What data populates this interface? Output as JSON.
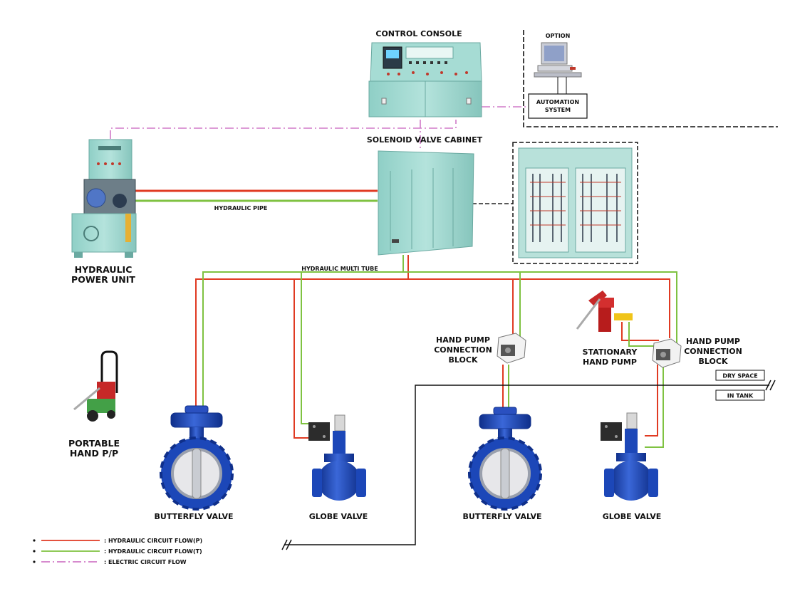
{
  "labels": {
    "control_console": "CONTROL CONSOLE",
    "option": "OPTION",
    "automation_line1": "AUTOMATION",
    "automation_line2": "SYSTEM",
    "solenoid_cabinet": "SOLENOID VALVE CABINET",
    "hpu_line1": "HYDRAULIC",
    "hpu_line2": "POWER UNIT",
    "hydraulic_pipe": "HYDRAULIC PIPE",
    "hydraulic_multi_tube": "HYDRAULIC MULTI TUBE",
    "hand_pump_block_line1": "HAND PUMP",
    "hand_pump_block_line2": "CONNECTION",
    "hand_pump_block_line3": "BLOCK",
    "stationary_line1": "STATIONARY",
    "stationary_line2": "HAND PUMP",
    "dry_space": "DRY SPACE",
    "in_tank": "IN TANK",
    "portable_line1": "PORTABLE",
    "portable_line2": "HAND P/P",
    "butterfly_valve": "BUTTERFLY VALVE",
    "globe_valve": "GLOBE VALVE"
  },
  "legend": [
    {
      "text": ": HYDRAULIC CIRCUIT FLOW(P)",
      "color": "#e03a22",
      "style": "solid"
    },
    {
      "text": ": HYDRAULIC CIRCUIT FLOW(T)",
      "color": "#7fc241",
      "style": "solid"
    },
    {
      "text": ": ELECTRIC CIRCUIT FLOW",
      "color": "#d07ac8",
      "style": "dashdot"
    }
  ],
  "colors": {
    "pressure_line": "#e03a22",
    "return_line": "#7fc241",
    "electric_line": "#d07ac8",
    "equipment": "#9fd7cf",
    "valve_body": "#1c47b8"
  }
}
